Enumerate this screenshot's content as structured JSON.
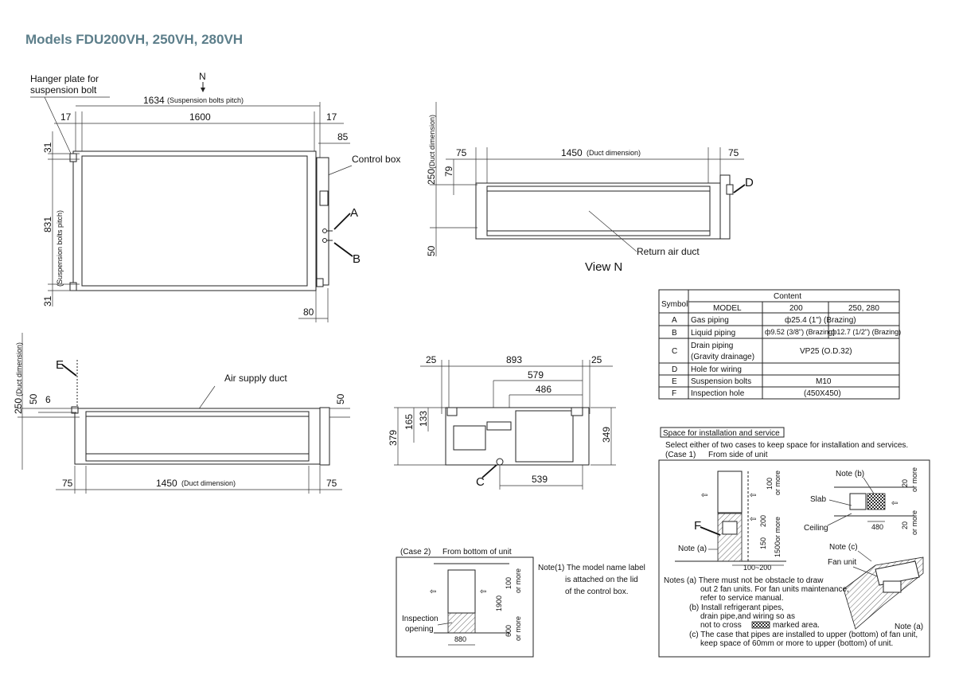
{
  "title": "Models FDU200VH, 250VH, 280VH",
  "top_view": {
    "hanger_label_1": "Hanger plate for",
    "hanger_label_2": "suspension bolt",
    "arrow_n": "N",
    "dim_1634": "1634",
    "dim_1634_note": "(Suspension bolts pitch)",
    "dim_1600": "1600",
    "dim_17_left": "17",
    "dim_17_right": "17",
    "dim_85": "85",
    "control_box": "Control box",
    "dim_31_top": "31",
    "dim_831": "831",
    "dim_831_note": "(Suspension bolts pitch)",
    "dim_31_bottom": "31",
    "dim_80": "80",
    "label_a": "A",
    "label_b": "B"
  },
  "view_n": {
    "dim_75_left": "75",
    "dim_1450": "1450",
    "dim_1450_note": "(Duct dimension)",
    "dim_75_right": "75",
    "dim_250": "250",
    "dim_250_note": "(Duct dimension)",
    "dim_79": "79",
    "dim_50": "50",
    "label_d": "D",
    "return_air": "Return air duct",
    "view_label": "View N"
  },
  "front_view": {
    "label_e": "E",
    "air_supply": "Air supply duct",
    "dim_250": "250",
    "dim_250_note": "(Duct dimension)",
    "dim_50_left": "50",
    "dim_6": "6",
    "dim_50_right": "50",
    "dim_75_left": "75",
    "dim_1450": "1450",
    "dim_1450_note": "(Duct dimension)",
    "dim_75_right": "75"
  },
  "side_view": {
    "dim_25_left": "25",
    "dim_893": "893",
    "dim_25_right": "25",
    "dim_579": "579",
    "dim_486": "486",
    "dim_165": "165",
    "dim_133": "133",
    "dim_379": "379",
    "dim_349": "349",
    "dim_539": "539",
    "label_c": "C"
  },
  "table": {
    "header_symbol": "Symbol",
    "header_content": "Content",
    "header_model": "MODEL",
    "header_200": "200",
    "header_250_280": "250, 280",
    "rows": [
      {
        "symbol": "A",
        "name": "Gas piping",
        "v200": "ф25.4 (1\") (Brazing)",
        "v250": ""
      },
      {
        "symbol": "B",
        "name": "Liquid piping",
        "v200": "ф9.52 (3/8\") (Brazing)",
        "v250": "ф12.7 (1/2\") (Brazing)"
      },
      {
        "symbol": "C",
        "name": "Drain piping",
        "name2": "(Gravity drainage)",
        "v200": "VP25 (O.D.32)",
        "v250": ""
      },
      {
        "symbol": "D",
        "name": "Hole for wiring",
        "v200": "",
        "v250": ""
      },
      {
        "symbol": "E",
        "name": "Suspension bolts",
        "v200": "M10",
        "v250": ""
      },
      {
        "symbol": "F",
        "name": "Inspection hole",
        "v200": "(450X450)",
        "v250": ""
      }
    ]
  },
  "space": {
    "header": "Space for installation and service",
    "intro": "Select either of two cases to keep space for installation and services.",
    "case1": "(Case 1)",
    "case1_from": "From side of unit",
    "dim_100_or_more": "100",
    "or_more": "or more",
    "dim_150_200": "150",
    "dim_200b": "200",
    "dim_1500": "1500or more",
    "dim_100_200": "100~200",
    "label_f": "F",
    "note_a": "Note (a)",
    "note_b": "Note (b)",
    "note_c": "Note (c)",
    "slab": "Slab",
    "ceiling": "Ceiling",
    "dim_20_top": "20",
    "dim_20_bottom": "20",
    "dim_480": "480",
    "fan_unit": "Fan unit",
    "note_a_right": "Note (a)",
    "notes": [
      "Notes (a) There must not be obstacle to draw",
      "out 2 fan units. For fan units maintenance,",
      "refer to service manual.",
      "(b) Install refrigerant pipes,",
      "drain pipe,and wiring so as",
      "not to cross",
      "marked area.",
      "(c) The case that pipes are installed to upper (bottom) of fan unit,",
      "keep space of 60mm or more to upper (bottom) of unit."
    ]
  },
  "case2": {
    "label": "(Case 2)",
    "from": "From bottom of unit",
    "dim_100": "100",
    "dim_1900": "1900",
    "dim_600": "600",
    "or_more": "or more",
    "inspection_1": "Inspection",
    "inspection_2": "opening",
    "dim_880": "880"
  },
  "note1": [
    "Note(1) The model name label",
    "is attached on the lid",
    "of the control box."
  ]
}
